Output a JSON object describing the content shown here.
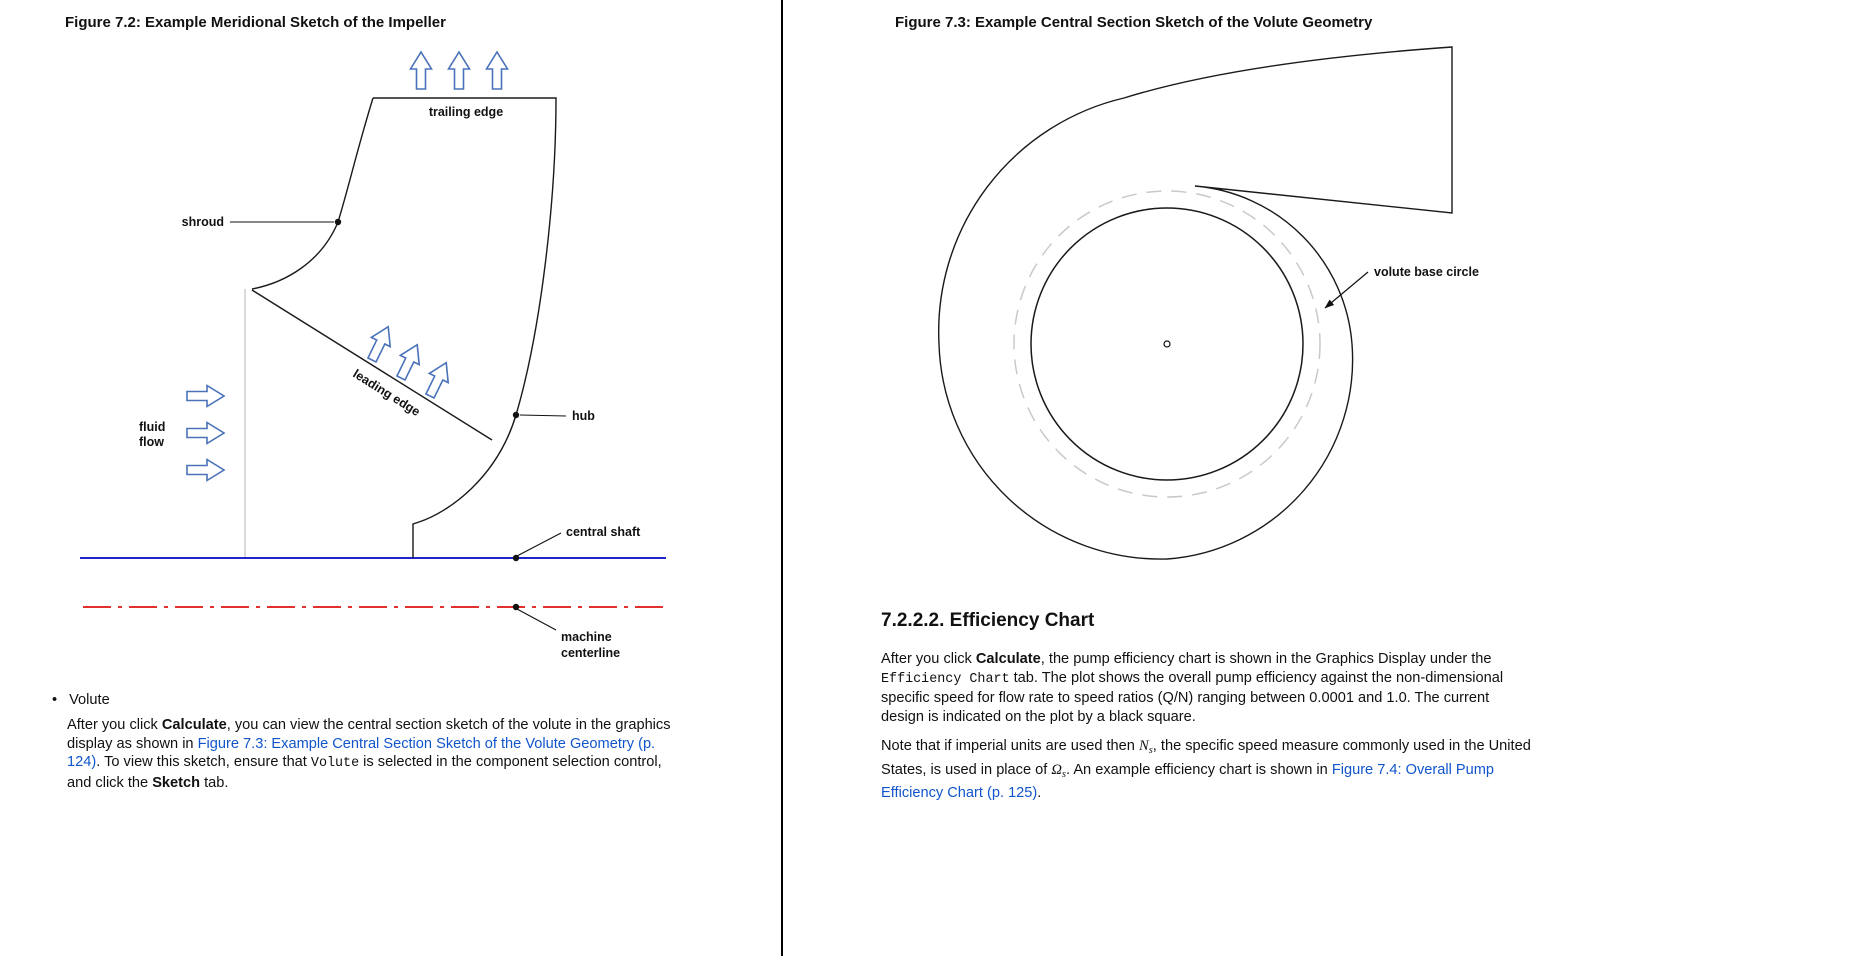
{
  "page": {
    "link_color": "#1155cc",
    "left": {
      "figure_title": "Figure 7.2: Example Meridional Sketch of the Impeller",
      "diagram": {
        "labels": {
          "trailing_edge": "trailing edge",
          "shroud": "shroud",
          "leading_edge": "leading edge",
          "hub": "hub",
          "fluid": "fluid",
          "flow": "flow",
          "central_shaft": "central shaft",
          "machine": "machine",
          "centerline": "centerline"
        },
        "colors": {
          "arrow_blue": "#4a72b8",
          "fluid_label_blue": "#3a6bc4",
          "shaft_blue": "#2222cc",
          "centerline_red": "#e03030",
          "outline_black": "#1a1a1a",
          "guide_gray": "#b5b5b5"
        }
      },
      "bullet": "•",
      "bullet_item": "Volute",
      "paragraph": [
        {
          "t": "After you click "
        },
        {
          "t": "Calculate",
          "s": "bold"
        },
        {
          "t": ", you can view the central section sketch of the volute in the graphics display as shown in "
        },
        {
          "t": "Figure 7.3: Example Central Section Sketch of the Volute Geometry (p. 124)",
          "s": "link"
        },
        {
          "t": ". To view this sketch, ensure that "
        },
        {
          "t": "Volute",
          "s": "mono"
        },
        {
          "t": " is selected in the component selection control, and click the "
        },
        {
          "t": "Sketch",
          "s": "bold"
        },
        {
          "t": " tab."
        }
      ]
    },
    "right": {
      "figure_title": "Figure 7.3: Example Central Section Sketch of the Volute Geometry",
      "diagram": {
        "labels": {
          "volute_base_circle": "volute base circle"
        },
        "colors": {
          "base_circle_gray": "#c9c9c9",
          "outline_black": "#1a1a1a"
        }
      },
      "heading": "7.2.2.2. Efficiency Chart",
      "paragraph1": [
        {
          "t": "After you click "
        },
        {
          "t": "Calculate",
          "s": "bold"
        },
        {
          "t": ", the pump efficiency chart is shown in the Graphics Display under the "
        },
        {
          "t": "Efficiency Chart",
          "s": "mono"
        },
        {
          "t": " tab. The plot shows the overall pump efficiency against the non-dimensional specific speed for flow rate to speed ratios (Q/N) ranging between 0.0001 and 1.0. The current design is indicated on the plot by a black square."
        }
      ],
      "paragraph2": [
        {
          "t": "Note that if imperial units are used then "
        },
        {
          "t": "N",
          "s": "mvar"
        },
        {
          "t": "s",
          "s": "msub"
        },
        {
          "t": ", the specific speed measure commonly used in the United States, is used in place of "
        },
        {
          "t": "Ω",
          "s": "mvar"
        },
        {
          "t": "s",
          "s": "msub"
        },
        {
          "t": ". An example efficiency chart is shown in "
        },
        {
          "t": "Figure 7.4: Overall Pump Efficiency Chart (p. 125)",
          "s": "link"
        },
        {
          "t": "."
        }
      ]
    }
  }
}
